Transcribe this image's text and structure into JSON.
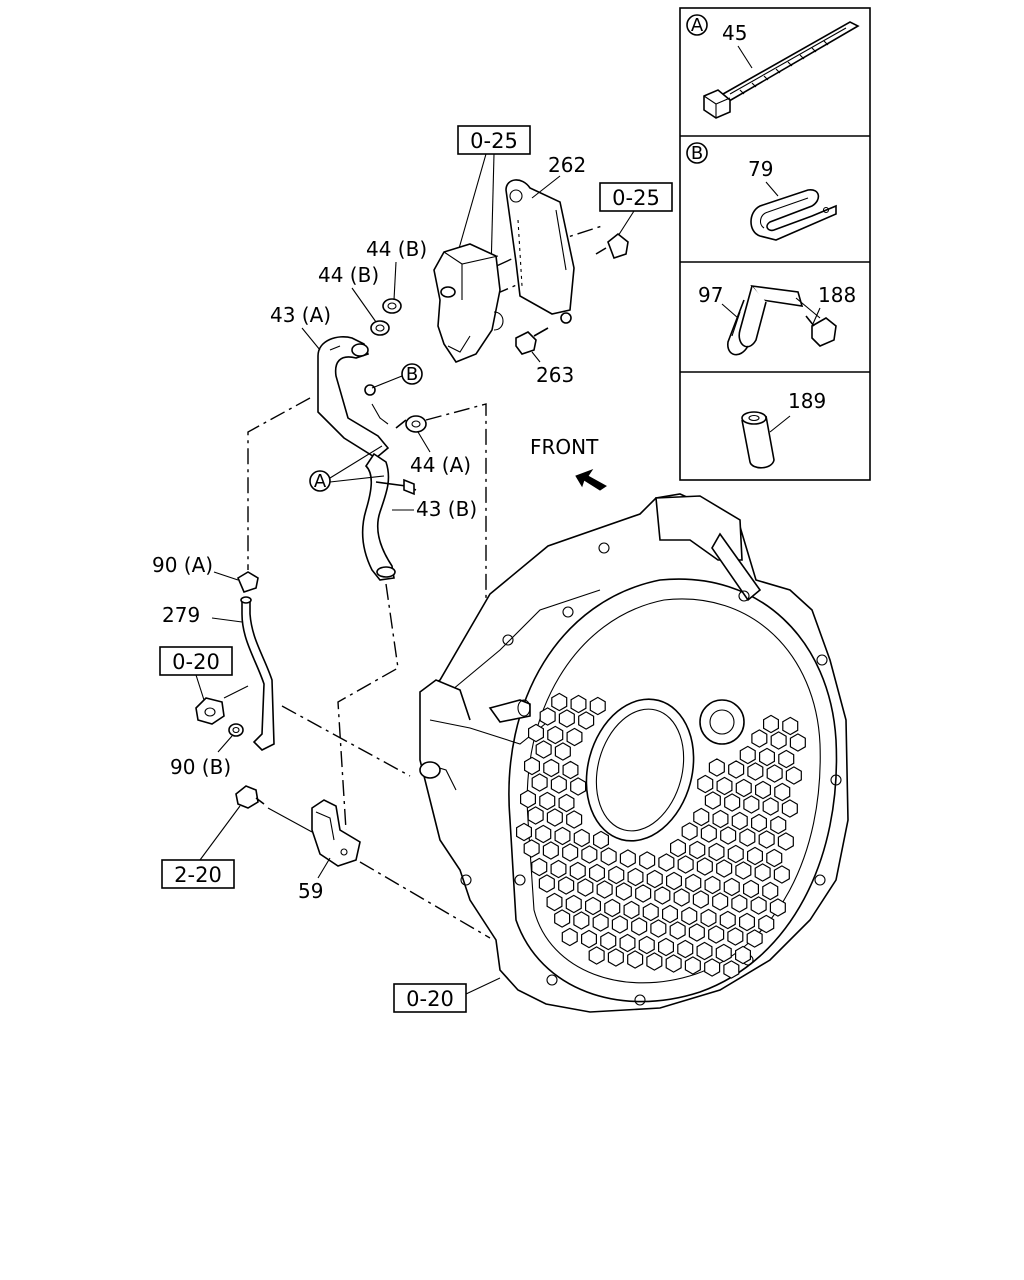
{
  "labels": {
    "p262": "262",
    "p263": "263",
    "p44b_1": "44 (B)",
    "p44b_2": "44 (B)",
    "p43a": "43 (A)",
    "p44a": "44 (A)",
    "p43b": "43 (B)",
    "p90a": "90 (A)",
    "p279": "279",
    "p90b": "90 (B)",
    "p59": "59",
    "front": "FRONT"
  },
  "refs": {
    "r025_top": "0-25",
    "r025_right": "0-25",
    "r020_left": "0-20",
    "r220": "2-20",
    "r020_bottom": "0-20"
  },
  "callouts": {
    "a": "A",
    "b": "B"
  },
  "inset": {
    "a_letter": "A",
    "a_part": "45",
    "b_letter": "B",
    "b_part": "79",
    "c_part1": "97",
    "c_part2": "188",
    "d_part": "189"
  }
}
